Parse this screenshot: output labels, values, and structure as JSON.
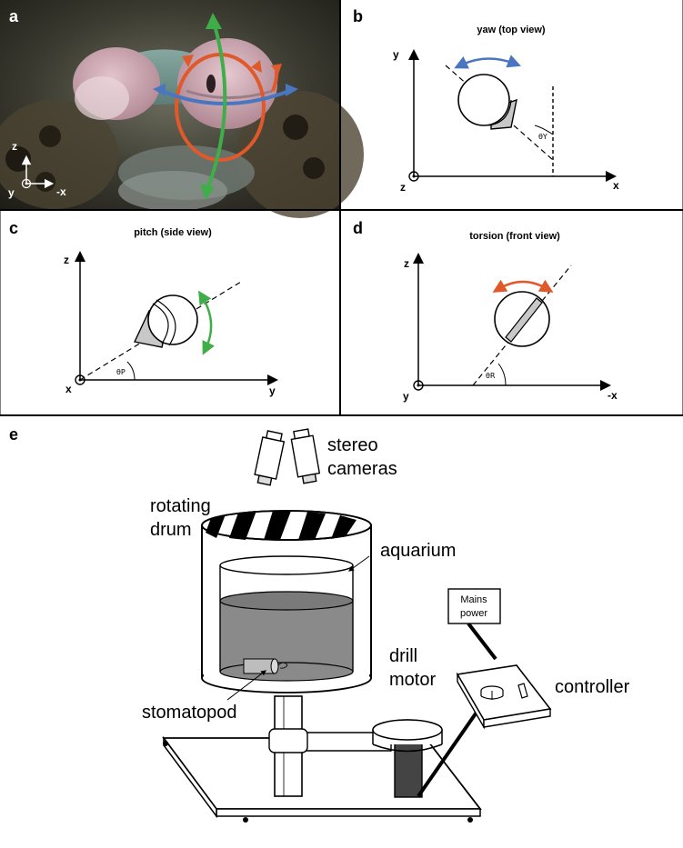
{
  "panels": {
    "a": {
      "letter": "a",
      "axis_z": "z",
      "axis_y": "y",
      "axis_x": "-x"
    },
    "b": {
      "letter": "b",
      "title": "yaw (top view)",
      "axis_vertical": "y",
      "axis_horizontal": "x",
      "axis_origin": "z",
      "angle_label": "θY"
    },
    "c": {
      "letter": "c",
      "title": "pitch (side view)",
      "axis_vertical": "z",
      "axis_horizontal": "y",
      "axis_origin": "x",
      "angle_label": "θP"
    },
    "d": {
      "letter": "d",
      "title": "torsion (front view)",
      "axis_vertical": "z",
      "axis_horizontal": "-x",
      "axis_origin": "y",
      "angle_label": "θR"
    },
    "e": {
      "letter": "e",
      "stereo_line1": "stereo",
      "stereo_line2": "cameras",
      "drum_line1": "rotating",
      "drum_line2": "drum",
      "aquarium": "aquarium",
      "mains_line1": "Mains",
      "mains_line2": "power",
      "drill_line1": "drill",
      "drill_line2": "motor",
      "controller": "controller",
      "stomatopod": "stomatopod"
    }
  },
  "colors": {
    "yaw": "#4a76c0",
    "pitch": "#3fae49",
    "torsion": "#e0592a",
    "water": "#8a8a8a",
    "eye_shade": "#c8c8c8"
  }
}
